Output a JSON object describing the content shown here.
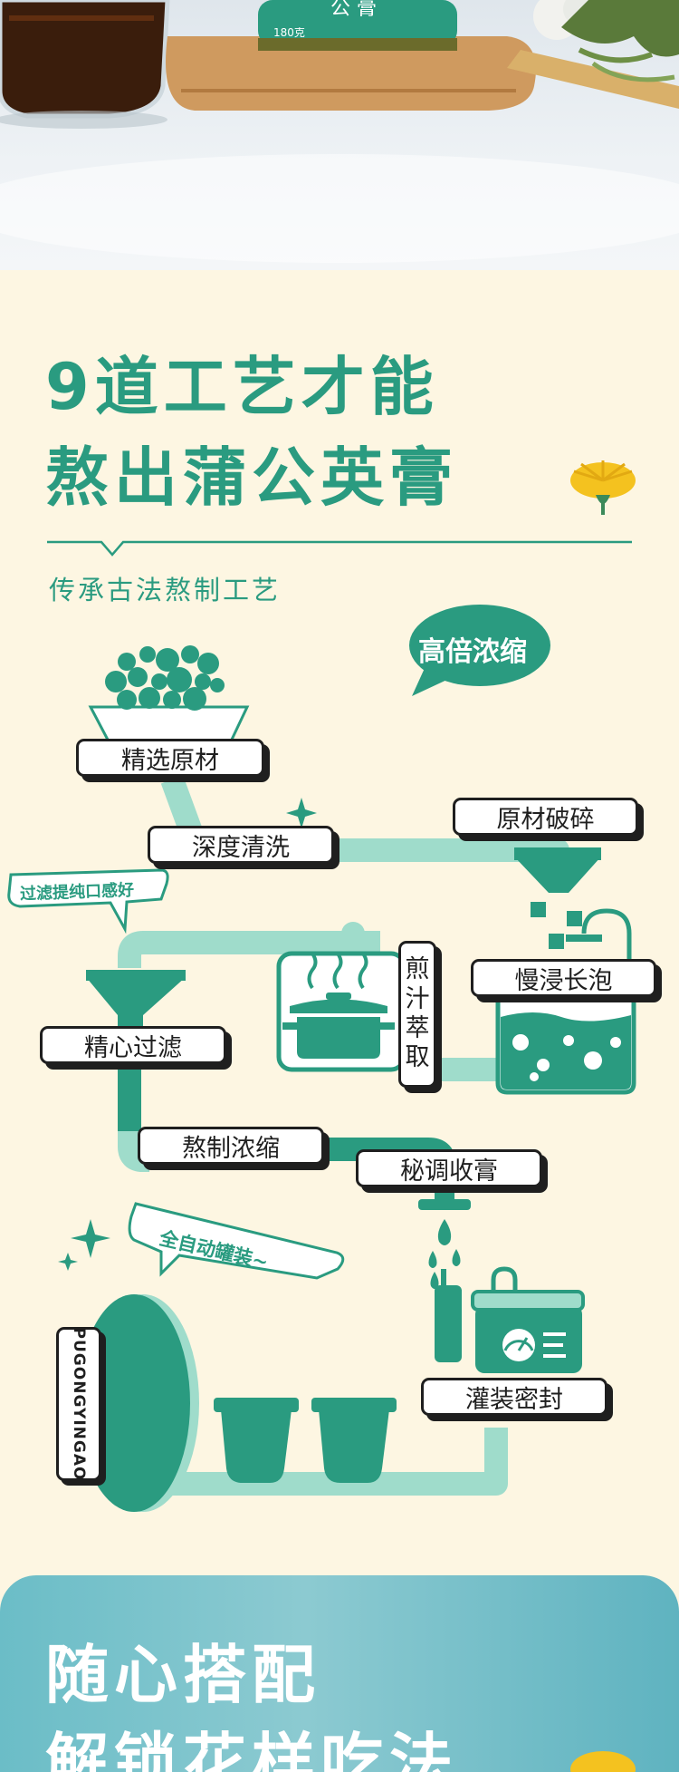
{
  "heading": {
    "line1": "9道工艺才能",
    "line2": "熬出蒲公英膏",
    "subtitle": "传承古法熬制工艺"
  },
  "bubble": "高倍浓缩",
  "note_filter": "过滤提纯口感好",
  "note_fill": "全自动罐装~",
  "steps": {
    "select": "精选原材",
    "wash": "深度清洗",
    "crush": "原材破碎",
    "soak": "慢浸长泡",
    "decoct": [
      "煎",
      "汁",
      "萃",
      "取"
    ],
    "filter": "精心过滤",
    "concentrate": "熬制浓缩",
    "blend": "秘调收膏",
    "fill": "灌装密封"
  },
  "brand_vertical": "PUGONGYINGAO",
  "jar_label": {
    "weight": "180克"
  },
  "banner": {
    "line1": "随心搭配",
    "line2": "解锁花样吃法"
  },
  "colors": {
    "primary": "#2a9b80",
    "light": "#9fdccb",
    "bg": "#fdf6e2",
    "ink": "#1f1f1f",
    "dandelion": "#f4c21f"
  },
  "icons": [
    "dandelion-icon",
    "sparkle-icon",
    "pot-icon",
    "funnel-icon",
    "beaker-icon",
    "shower-icon",
    "gauge-machine-icon",
    "jar-icon",
    "drop-icon"
  ]
}
